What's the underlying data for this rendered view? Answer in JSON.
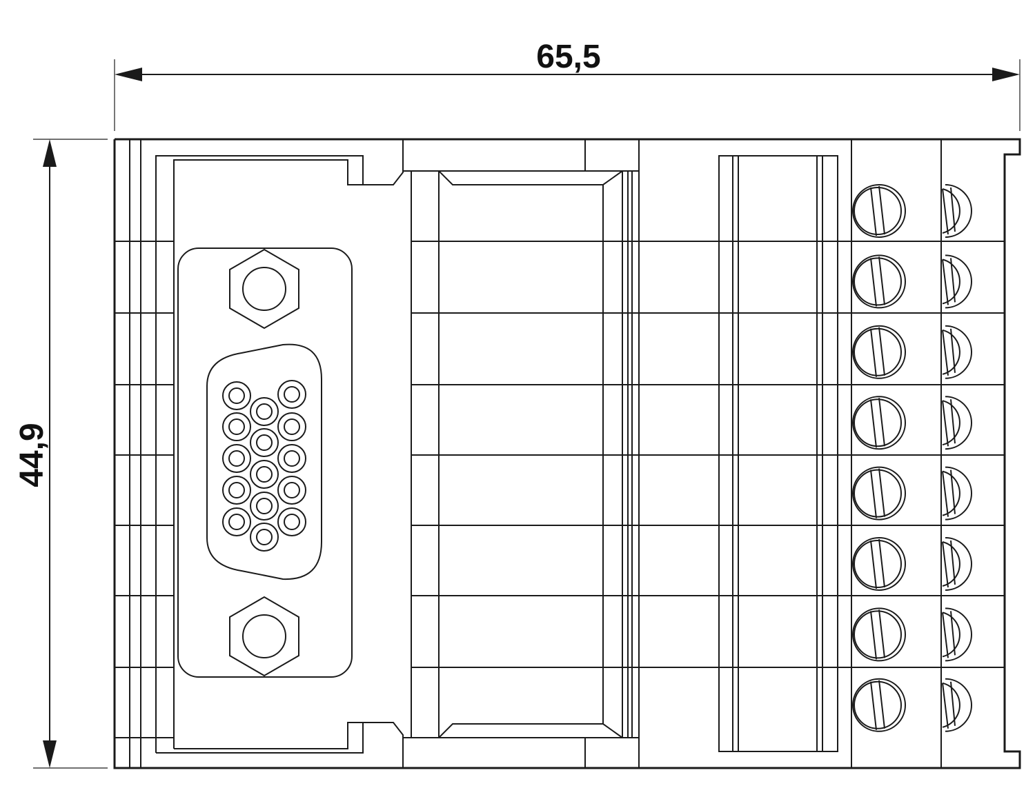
{
  "dimensions": {
    "width_label": "65,5",
    "height_label": "44,9"
  },
  "connector": {
    "type": "D-SUB 15-pin (HD)",
    "pin_count": 15,
    "mounting_nuts": 2
  },
  "terminal_block": {
    "rows": 8,
    "columns": 2
  },
  "colors": {
    "line": "#1a1a1a",
    "background": "#ffffff"
  }
}
